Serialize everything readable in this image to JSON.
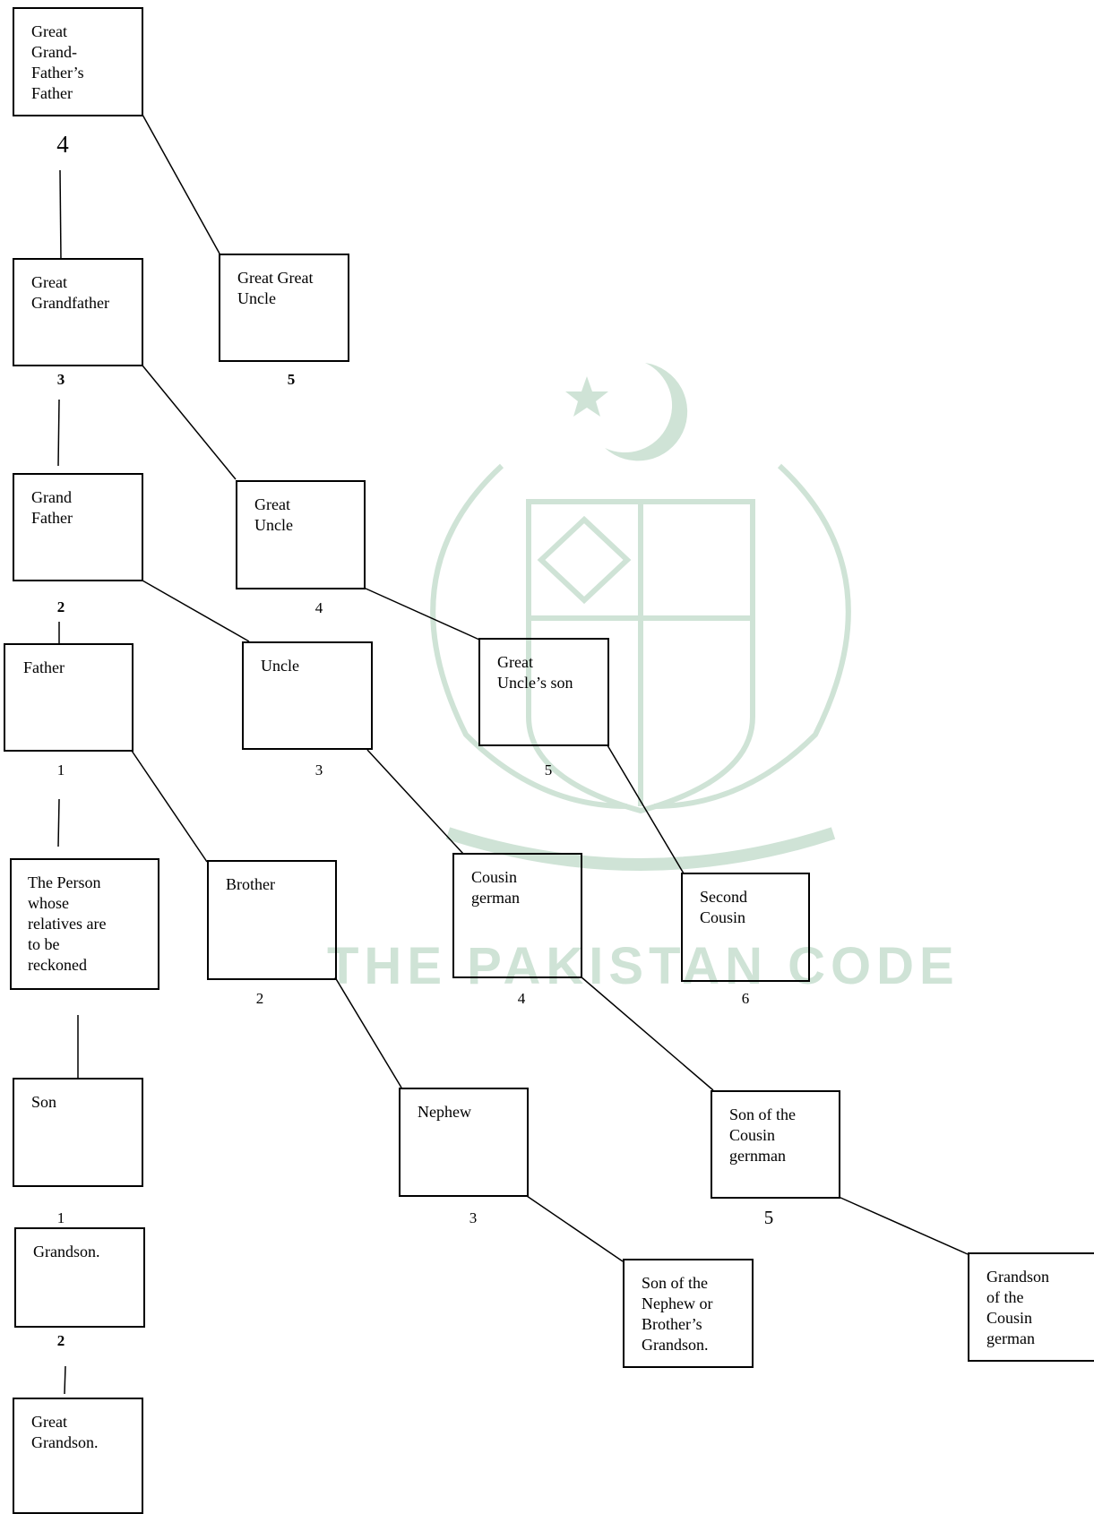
{
  "watermark": {
    "text": "THE PAKISTAN CODE",
    "color": "#cfe3d6",
    "emblem": "state-emblem-icon"
  },
  "nodes": {
    "great_grandfathers_father": "Great\nGrand-\nFather’s\nFather",
    "great_great_uncle": "Great Great\nUncle",
    "great_grandfather": "Great\nGrandfather",
    "grand_father": "Grand\nFather",
    "great_uncle": "Great\nUncle",
    "father": "Father",
    "uncle": "Uncle",
    "great_uncles_son": "Great\nUncle’s son",
    "the_person": "The Person\nwhose\nrelatives are\nto be\nreckoned",
    "brother": "Brother",
    "cousin_german": "Cousin\ngerman",
    "second_cousin": "Second\nCousin",
    "son": "Son",
    "nephew": "Nephew",
    "son_of_cousin_german": "Son of the\nCousin\ngernman",
    "grandson": "Grandson.",
    "son_of_nephew": "Son of the\nNephew or\nBrother’s\nGrandson.",
    "grandson_of_cousin_german": "Grandson\nof the\nCousin\ngerman",
    "great_grandson": "Great\nGrandson."
  },
  "degrees": {
    "great_grandfathers_father": "4",
    "great_grandfather": "3",
    "great_great_uncle": "5",
    "great_uncle": "4",
    "grand_father": "2",
    "father": "1",
    "uncle": "3",
    "great_uncles_son": "5",
    "brother": "2",
    "cousin_german": "4",
    "second_cousin": "6",
    "son": "1",
    "nephew": "3",
    "son_of_cousin_german": "5",
    "grandson": "2"
  }
}
